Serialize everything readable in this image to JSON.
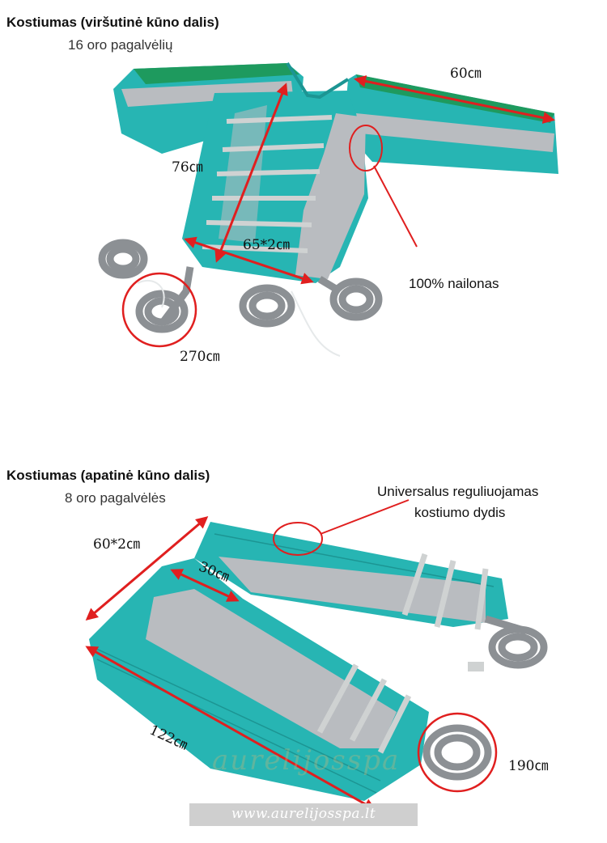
{
  "upper_suit": {
    "title": "Kostiumas (viršutinė kūno dalis)",
    "subtitle": "16 oro pagalvėlių",
    "dims": {
      "sleeve": "60㎝",
      "length": "76㎝",
      "width": "65*2㎝",
      "hose": "270㎝"
    },
    "material_note": "100% nailonas"
  },
  "lower_suit": {
    "title": "Kostiumas (apatinė kūno dalis)",
    "subtitle": "8 oro pagalvėlės",
    "dims": {
      "waist": "60*2㎝",
      "thigh": "30㎝",
      "leg": "122㎝",
      "hose": "190㎝"
    },
    "adjustable_note_line1": "Universalus reguliuojamas",
    "adjustable_note_line2": "kostiumo dydis"
  },
  "watermark": "aurelijosspa",
  "footer": {
    "website": "www.aurelijosspa.lt"
  },
  "colors": {
    "teal": "#27b5b3",
    "teal_dark": "#1c9593",
    "green": "#1e9a5e",
    "grey_panel": "#b9bcc0",
    "strap": "#cfd2d2",
    "hose": "#8c9094",
    "annotation_red": "#e01f1f"
  }
}
